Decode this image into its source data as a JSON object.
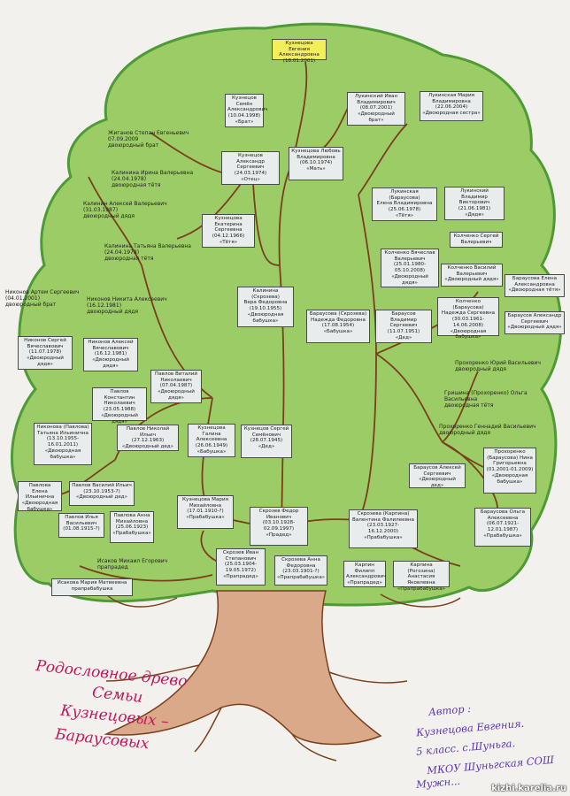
{
  "title": {
    "line1": "Родословное древо",
    "line2": "Семьи",
    "line3": "Кузнецовых –",
    "line4": "Барауcовых"
  },
  "author": {
    "line1": "Автор :",
    "line2": "Кузнецова Евгения.",
    "line3": "5 класс.  с.Шуньга.",
    "line4": "МКОУ Шуньгская СОШ",
    "line5": "Мужн..."
  },
  "watermark": "kizhi.karelia.ru",
  "colors": {
    "canopy": "#9ccc65",
    "canopy_edge": "#4e9a36",
    "branch": "#7b3f1c",
    "trunk": "#d9a98a",
    "root_card": "#f2ef5a"
  },
  "cards": {
    "c01": "Кузнецова Евгения\nАлександровна\n(18.01.2001)",
    "c02": "Кузнецов Семён\nАлександрович\n(10.04.1998)\n«Брат»",
    "c03": "Лукинский Иван\nВладимирович\n(08.07.2001)\n«Двоюродный брат»",
    "c04": "Лукинская Мария\nВладимировна\n(22.06.2004)\n«Двоюродная сестра»",
    "c05": "Жиганов Степан Евгеньевич\n07.09.2009\nдвоюродный брат",
    "c06": "Кузнецов Александр\nСергеевич\n(24.03.1974)\n«Отец»",
    "c07": "Кузнецова Любовь\nВладимировна\n(06.10.1974)\n«Мать»",
    "c08": "Калинина Ирина Валерьевна\n(24.04.1978)\nдвоюродная тётя",
    "c09": "Лукинская (Барауcова)\nЕлена Владимировна\n(25.06.1978)\n«Тётя»",
    "c10": "Лукинский Владимир\nВикторович\n(21.06.1981)\n«Дядя»",
    "c11": "Калинин Алексей Валерьевич\n(31.03.1987)\nдвоюродный дядя",
    "c12": "Кузнецова Екатерина\nСергеевна\n(04.12.1966)\n«Тётя»",
    "c13": "Калинина Татьяна Валерьевна\n(24.04.1978)\nдвоюродная тётя",
    "c14": "Колченко Сергей\nВалерьевич",
    "c15": "Колченко Вячеслав\nВалерьевич\n(25.01.1980-\n05.10.2008)\n«Двоюродный дядя»",
    "c16": "Колченко Василий\nВалерьевич\n«Двоюродный дядя»",
    "c17": "Барауcова Елена\nАлександровна\n«Двоюродная тётя»",
    "c18": "Никонов Артем Сергеевич\n(04.01.2001)\nдвоюродный брат",
    "c19": "Калинина (Скрозева)\nВера Федоровна\n(19.10.1955)\n«Двоюродная\nбабушка»",
    "c20": "Никонов Никита Алексеевич\n(16.12.1981)\nдвоюродный дядя",
    "c21": "Колченко (Барауcова)\nНадежда Сергеевна\n(30.03.1961-\n14.06.2008)\n«Двоюродная бабушка»",
    "c22": "Барауcов Александр\nСергеевич\n«Двоюродный дядя»",
    "c23": "Барауcова (Скрозева)\nНадежда Федоровна\n(17.08.1954)\n«Бабушка»",
    "c24": "Барауcов Владимир\nСергеевич\n(11.07.1951)\n«Дед»",
    "c25": "Никонов Сергей\nВячеславович\n(11.07.1978)\n«Двоюродный дядя»",
    "c26": "Никонов Алексей\nВячеславович\n(16.12.1981)\n«Двоюродный дядя»",
    "c27": "Прохоренко Юрий Васильевич\nдвоюродный дядя",
    "c28": "Павлов Виталий\nНиколаевич\n(07.04.1987)\n«Двоюродный дядя»",
    "c29": "Павлов Константин\nНиколаевич\n(23.05.1988)\n«Двоюродный дядя»",
    "c30": "Гришина (Прохоренко) Ольга\nВасильевна\nдвоюродная тётя",
    "c31": "Никонова (Павлова)\nТатьяна Ильинична\n(13.10.1955-\n16.01.2011)\n«Двоюродная\nбабушка»",
    "c32": "Павлов Николай Ильич\n(27.12.1963)\n«Двоюродный дед»",
    "c33": "Кузнецова Галина\nАлексеевна\n(26.06.1949)\n«Бабушка»",
    "c34": "Кузнецов Сергей\nСемёнович\n(28.07.1945)\n«Дед»",
    "c35": "Прохоренко Геннадий Васильевич\nдвоюродный дядя",
    "c36": "Прохоренко\n(Барауcова) Нина\nГригорьевна\n(01.2001-01.2009)\n«Двоюродная\nбабушка»",
    "c37": "Барауcов Алексей\nСергеевич\n«Двоюродный дед»",
    "c38": "Павлова Елена\nИльинична\n«Двоюродная\nбабушка»",
    "c39": "Павлов Василий Ильич\n(23.10.1953-?)\n«Двоюродный дед»",
    "c40": "Павлов Илья\nВасильевич\n(01.08.1915-?)",
    "c41": "Павлова Анна\nМихайловна\n(25.06.1923)\n«Прабабушка»",
    "c42": "Кузнецова Мария\nМихайловна\n(17.01.1910-?)\n«Прабабушка»",
    "c43": "Скрозев Федор\nИванович\n(03.10.1928-\n02.09.1997)\n«Прадед»",
    "c44": "Скрозева (Карпина)\nВалентина Фалилеевна\n(23.03.1927-\n16.12.2000)\n«Прабабушка»",
    "c45": "Барауcова Ольга\nАлексеевна\n(06.07.1921-\n12.01.1987)\n«Прабабушка»",
    "c46": "Исаков Михаил Егорович\nпрапрадед",
    "c47": "Скрозев Иван\nСтепанович\n(25.03.1904-\n19.05.1972)\n«Прапрадед»",
    "c48": "Скрозева Анна\nФедоровна\n(23.03.1901-?)\n«Прапрабабушка»",
    "c49": "Карпин Филипп\nАлександрович\n«Прапрадед»",
    "c50": "Карпина (Рогозина)\nАнастасия Яковлевна\n«Прапрабабушка»",
    "c51": "Исакова Мария Матвеевна\nпрапрабабушка"
  }
}
